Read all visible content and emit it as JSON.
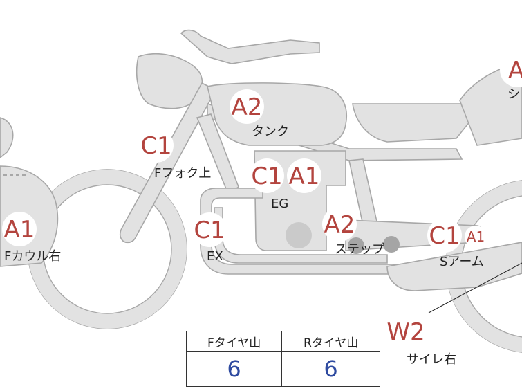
{
  "inspection": {
    "grades": [
      {
        "code": "A1",
        "part": "Fカウル右"
      },
      {
        "code": "C1",
        "part": "Fフォク上"
      },
      {
        "code": "A2",
        "part": "タンク"
      },
      {
        "code": "C1",
        "part": "EX"
      },
      {
        "code": "C1",
        "part": "EG"
      },
      {
        "code": "A1",
        "part": ""
      },
      {
        "code": "A2",
        "part": "ステップ"
      },
      {
        "code": "C1",
        "part": "Sアーム"
      },
      {
        "code": "A1",
        "part": ""
      },
      {
        "code": "A",
        "part": "シ"
      },
      {
        "code": "W2",
        "part": "サイレ右"
      }
    ]
  },
  "tread_table": {
    "headers": [
      "Fタイヤ山",
      "Rタイヤ山"
    ],
    "values": [
      "6",
      "6"
    ]
  },
  "colors": {
    "grade_text": "#b3443e",
    "tread_value": "#2e4aa0",
    "part_fill": "#e2e2e2",
    "part_outline": "#a7a7a7"
  }
}
